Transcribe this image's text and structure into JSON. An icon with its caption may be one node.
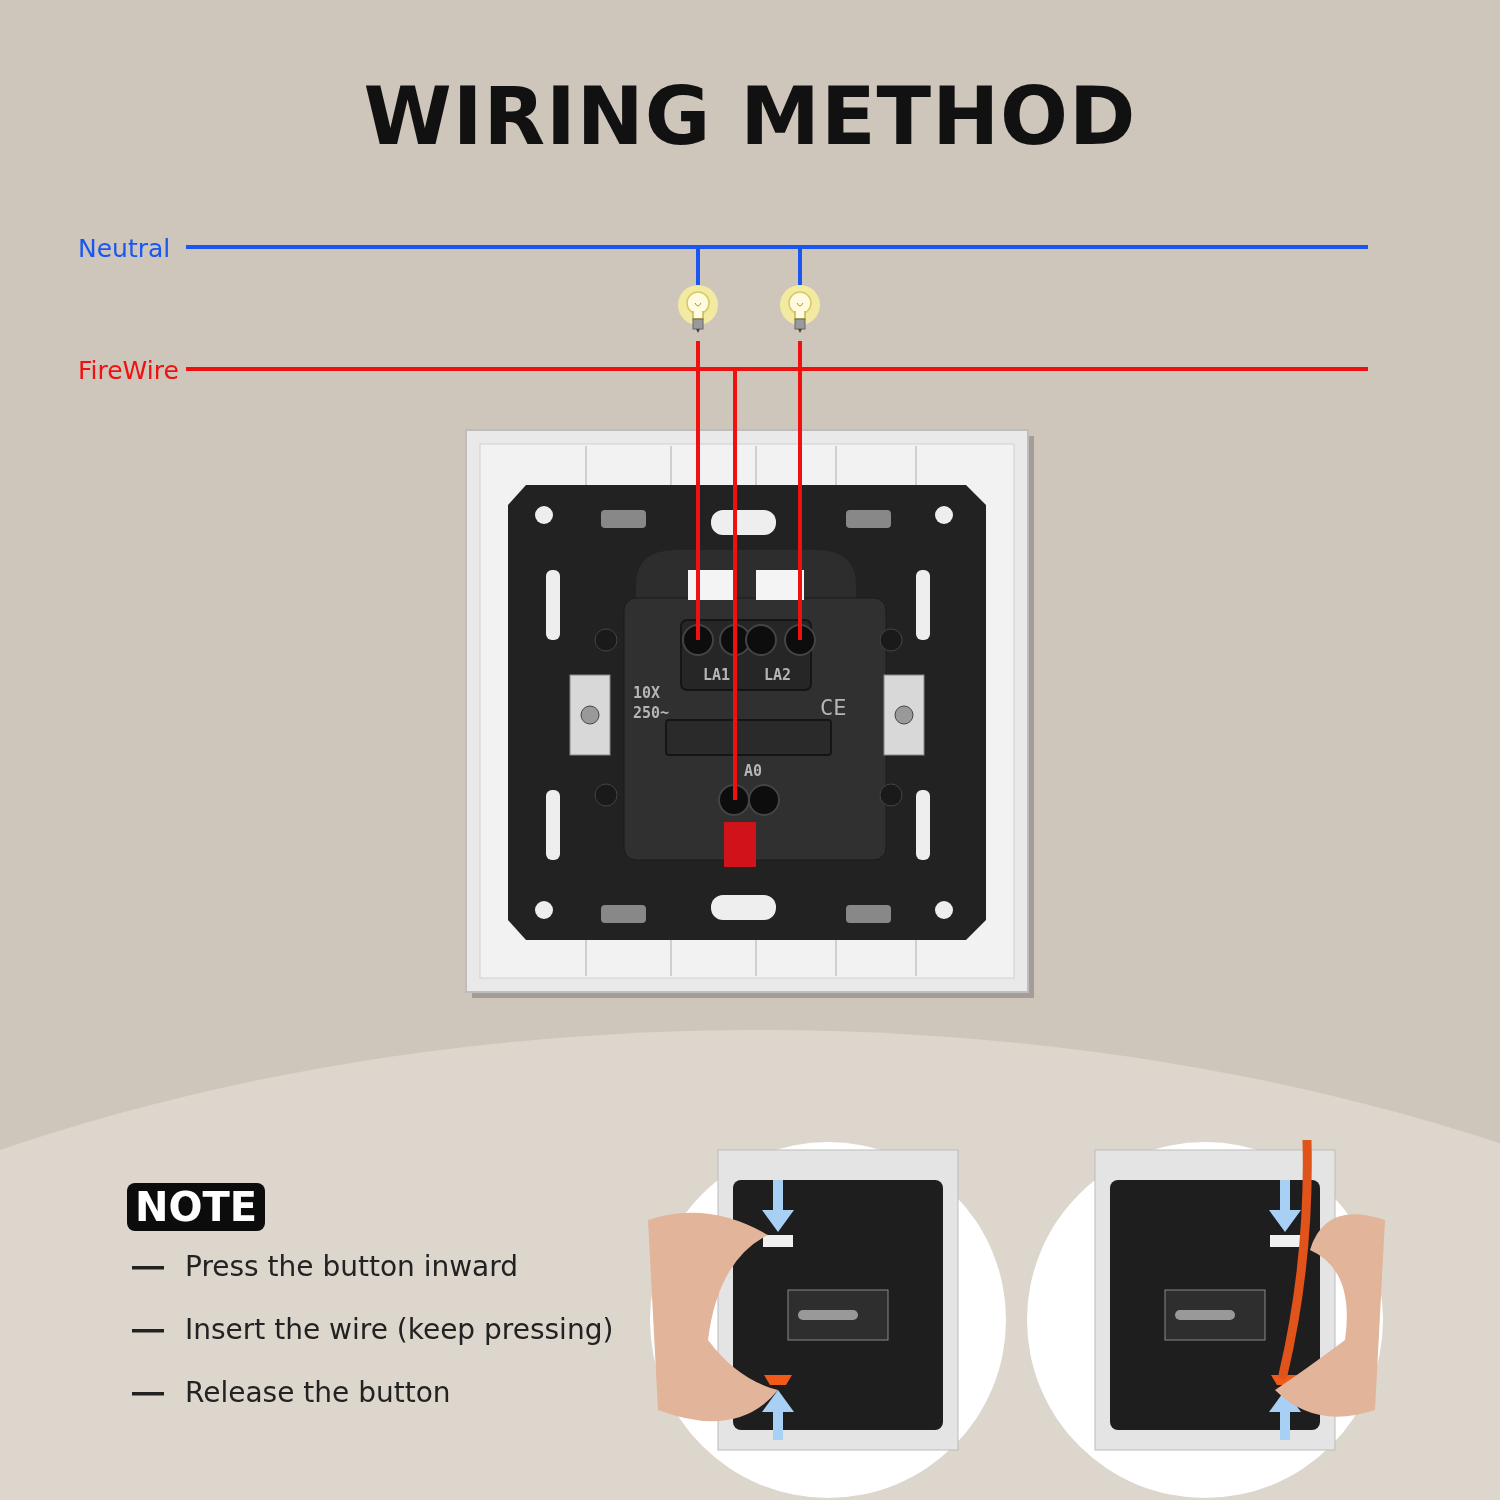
{
  "diagram": {
    "title": "WIRING METHOD",
    "nodes": [
      {
        "text": [
          "Neutral"
        ]
      },
      {
        "text": [
          "FireWire"
        ]
      },
      {
        "text": [],
        "shape": "picture"
      },
      {
        "text": [],
        "shape": "picture"
      },
      {
        "text": [],
        "shape": "picture"
      }
    ],
    "edges": [
      {
        "from": 0,
        "to": 2,
        "arrow": "none",
        "color": "#1a56f0"
      },
      {
        "from": 0,
        "to": 3,
        "arrow": "none",
        "color": "#1a56f0"
      },
      {
        "from": 2,
        "to": 4,
        "arrow": "none",
        "color": "#f01010"
      },
      {
        "from": 3,
        "to": 4,
        "arrow": "none",
        "color": "#f01010"
      },
      {
        "from": 1,
        "to": 4,
        "arrow": "none",
        "color": "#f01010"
      }
    ],
    "labels": [
      "LA1",
      "LA2",
      "10X",
      "250~",
      "CE",
      "A0",
      "NOTE",
      "Press the button inward",
      "Insert the wire (keep pressing)",
      "Release the button"
    ]
  }
}
